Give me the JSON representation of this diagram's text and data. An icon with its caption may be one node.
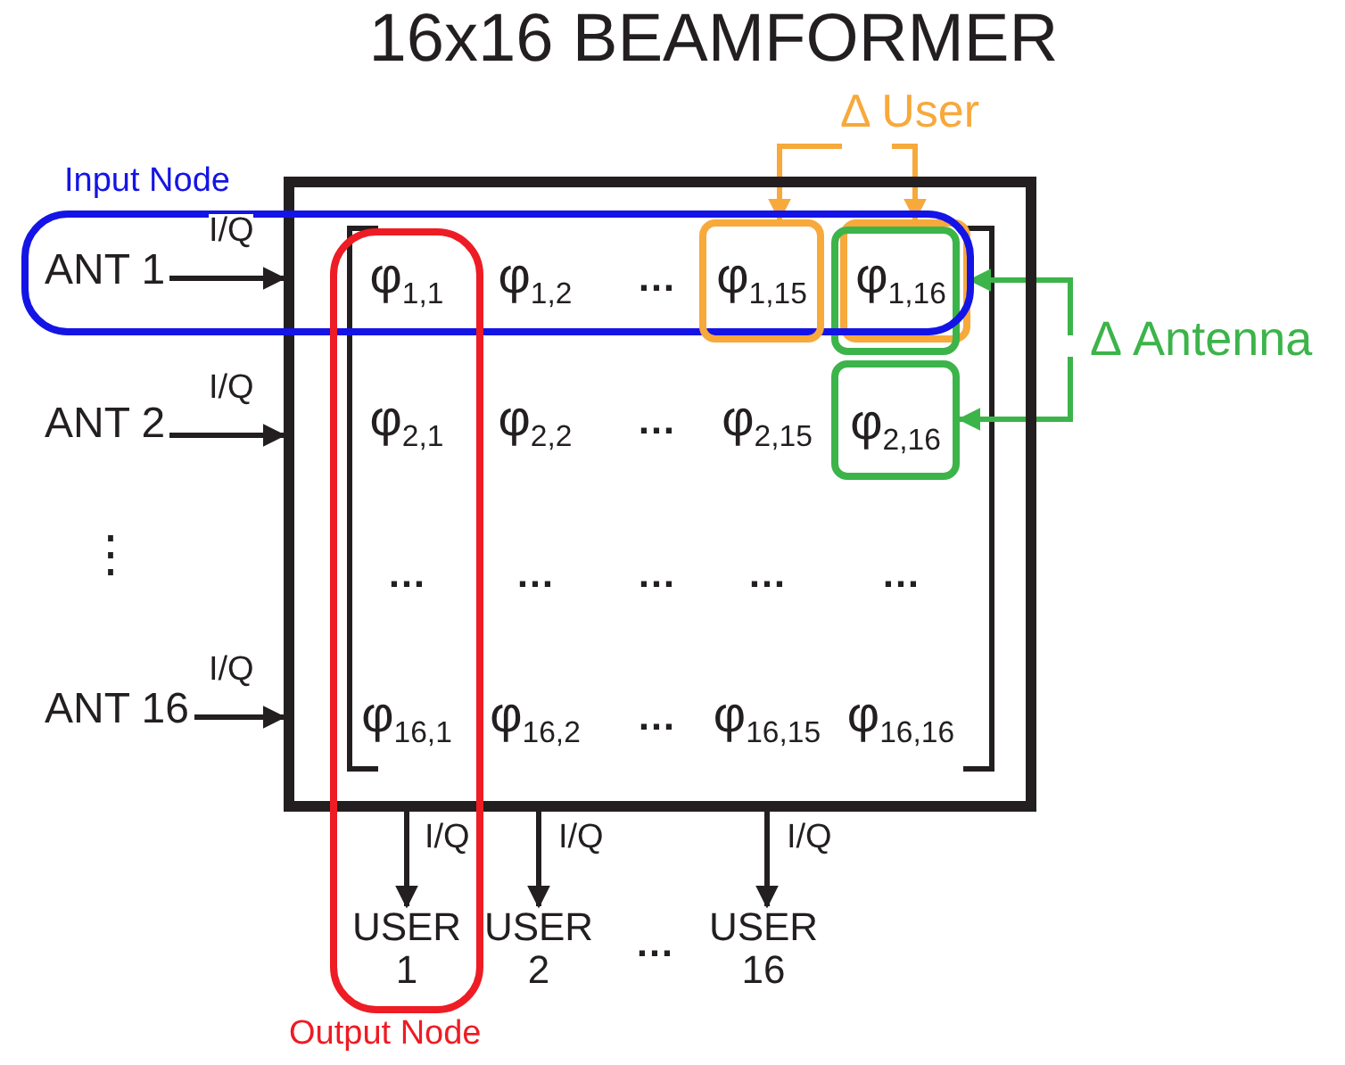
{
  "diagram": {
    "title": "16x16 BEAMFORMER",
    "nodes": [
      {
        "text": [],
        "shape": "box"
      },
      {
        "text": [
          "Δ User"
        ]
      },
      {
        "text": [
          "Input Node"
        ]
      },
      {
        "text": [
          "ANT 1"
        ],
        "in": 2
      },
      {
        "text": [
          "φ$_{1,15}$"
        ]
      },
      {
        "text": [
          "φ$_{1,16}$"
        ],
        "in": 0
      },
      {
        "text": [
          "Δ Antenna"
        ]
      },
      {
        "text": [
          "φ$_{2,16}$"
        ],
        "in": 0
      },
      {
        "text": [
          "ANT 2"
        ]
      },
      {
        "text": [
          "ANT 16"
        ]
      },
      {
        "text": [
          "USER 1"
        ],
        "in": 13
      },
      {
        "text": [
          "USER 2"
        ]
      },
      {
        "text": [
          "USER 16"
        ]
      },
      {
        "text": [
          "Output Node"
        ]
      }
    ],
    "edges": [
      {
        "from": 3,
        "to": 0,
        "arrow": "to",
        "label": "I/Q"
      },
      {
        "from": 8,
        "to": 0,
        "arrow": "to",
        "label": "I/Q"
      },
      {
        "from": 9,
        "to": 0,
        "arrow": "to",
        "label": "I/Q"
      },
      {
        "from": 0,
        "to": 10,
        "arrow": "to",
        "label": "I/Q"
      },
      {
        "from": 0,
        "to": 11,
        "arrow": "to",
        "label": "I/Q"
      },
      {
        "from": 0,
        "to": 12,
        "arrow": "to",
        "label": "I/Q"
      },
      {
        "from": 1,
        "to": 4,
        "arrow": "to",
        "color": "#f7a93b"
      },
      {
        "from": 1,
        "to": 5,
        "arrow": "to",
        "color": "#f7a93b"
      },
      {
        "from": 6,
        "to": 5,
        "arrow": "to",
        "color": "#3cb44a"
      },
      {
        "from": 6,
        "to": 7,
        "arrow": "to",
        "color": "#3cb44a"
      }
    ],
    "labels": [
      "φ$_{1,1}$",
      "φ$_{1,2}$",
      "…",
      "φ$_{2,1}$",
      "φ$_{2,2}$",
      "…",
      "φ$_{2,15}$",
      "⋮",
      "…",
      "…",
      "…",
      "…",
      "…",
      "φ$_{16,1}$",
      "φ$_{16,2}$",
      "…",
      "φ$_{16,15}$",
      "φ$_{16,16}$",
      "…"
    ]
  }
}
